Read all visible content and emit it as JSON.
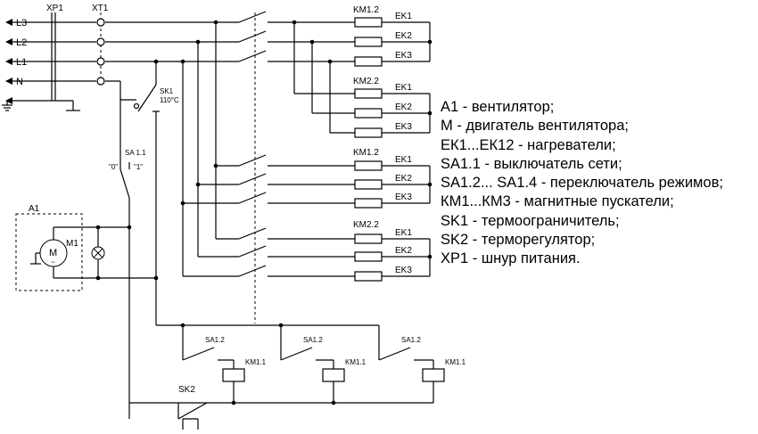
{
  "lines": {
    "l3": "L3",
    "l2": "L2",
    "l1": "L1",
    "n": "N"
  },
  "connectors": {
    "xp1": "XP1",
    "xt1": "XT1"
  },
  "contactor_groups": [
    {
      "label": "KM1.2",
      "heaters": [
        "EK1",
        "EK2",
        "EK3"
      ]
    },
    {
      "label": "KM2.2",
      "heaters": [
        "EK1",
        "EK2",
        "EK3"
      ]
    },
    {
      "label": "KM1.2",
      "heaters": [
        "EK1",
        "EK2",
        "EK3"
      ]
    },
    {
      "label": "KM2.2",
      "heaters": [
        "EK1",
        "EK2",
        "EK3"
      ]
    }
  ],
  "sk1": {
    "name": "SK1",
    "temp": "110°C"
  },
  "sa11": {
    "name": "SA 1.1",
    "pos_off": "\"0\"",
    "pos_on": "\"1\""
  },
  "fan": {
    "block": "A1",
    "motor_ref": "M1",
    "motor_symbol": "M",
    "ac_symbol": "~"
  },
  "mode_switches": [
    "SA1.2",
    "SA1.2",
    "SA1.2"
  ],
  "coils": [
    "KM1.1",
    "KM1.1",
    "KM1.1"
  ],
  "sk2": {
    "name": "SK2"
  },
  "legend": [
    "A1 - вентилятор;",
    "M - двигатель вентилятора;",
    "ЕК1...ЕК12 - нагреватели;",
    "SA1.1 - выключатель сети;",
    "SA1.2... SA1.4 - переключатель режимов;",
    "КМ1...КМ3 - магнитные пускатели;",
    "SK1 - термоограничитель;",
    "SK2 - терморегулятор;",
    "XP1 - шнур питания."
  ]
}
